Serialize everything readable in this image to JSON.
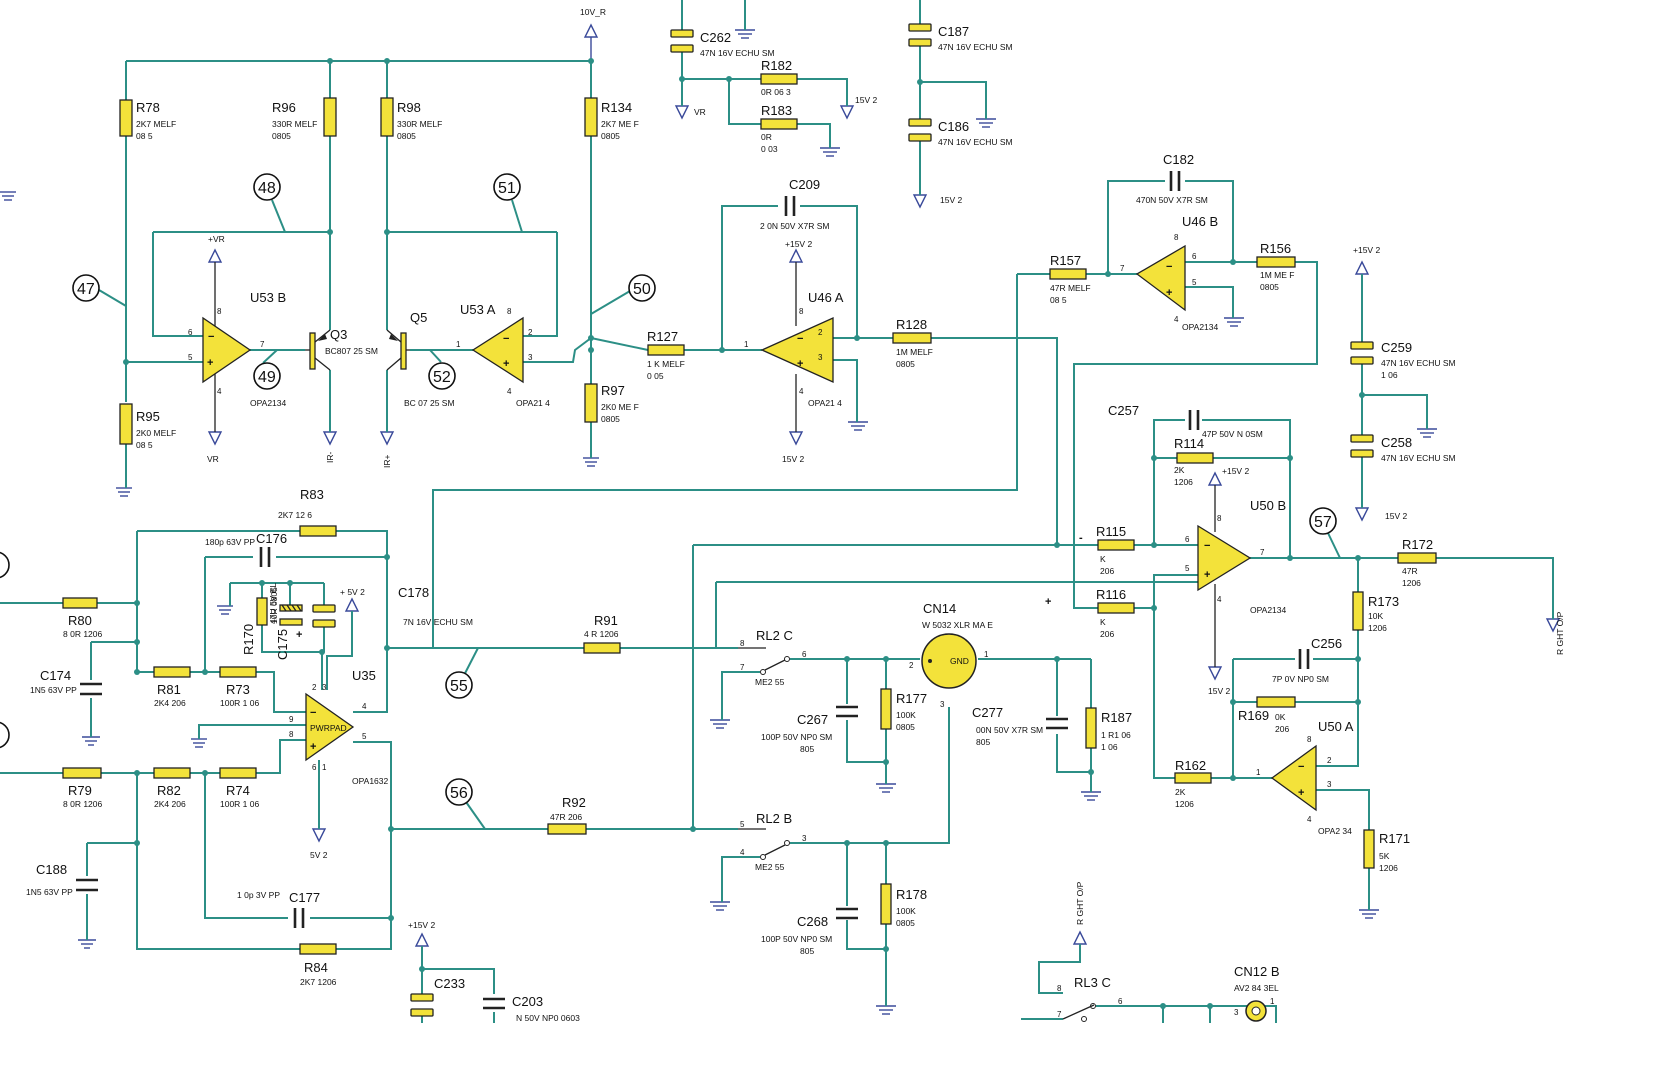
{
  "resistors": [
    {
      "ref": "R78",
      "value": "2K7  MELF",
      "package": "08  5"
    },
    {
      "ref": "R96",
      "value": "330R MELF",
      "package": "0805"
    },
    {
      "ref": "R98",
      "value": "330R MELF",
      "package": "0805"
    },
    {
      "ref": "R134",
      "value": "2K7  ME  F",
      "package": "0805"
    },
    {
      "ref": "R95",
      "value": "2K0  MELF",
      "package": "08  5"
    },
    {
      "ref": "R97",
      "value": "2K0  ME  F",
      "package": "0805"
    },
    {
      "ref": "R127",
      "value": "1  K MELF",
      "package": "0  05"
    },
    {
      "ref": "R128",
      "value": "1M  MELF",
      "package": "0805"
    },
    {
      "ref": "R157",
      "value": "47R  MELF",
      "package": "08  5"
    },
    {
      "ref": "R156",
      "value": "1M  ME  F",
      "package": "0805"
    },
    {
      "ref": "R182",
      "value": "0R 06  3",
      "package": ""
    },
    {
      "ref": "R183",
      "value": "0R",
      "package": "0  03"
    },
    {
      "ref": "R83",
      "value": "2K7        12  6",
      "package": ""
    },
    {
      "ref": "R80",
      "value": "8  0R  1206",
      "package": ""
    },
    {
      "ref": "R81",
      "value": "2K4     206",
      "package": ""
    },
    {
      "ref": "R73",
      "value": "100R  1  06",
      "package": ""
    },
    {
      "ref": "R170",
      "value": "10R 0805",
      "package": ""
    },
    {
      "ref": "R79",
      "value": "8  0R  1206",
      "package": ""
    },
    {
      "ref": "R82",
      "value": "2K4     206",
      "package": ""
    },
    {
      "ref": "R74",
      "value": "100R  1  06",
      "package": ""
    },
    {
      "ref": "R84",
      "value": "2K7    1206",
      "package": ""
    },
    {
      "ref": "R91",
      "value": "4  R        1206",
      "package": ""
    },
    {
      "ref": "R92",
      "value": "47R          206",
      "package": ""
    },
    {
      "ref": "R177",
      "value": "100K",
      "package": "0805"
    },
    {
      "ref": "R178",
      "value": "100K",
      "package": "0805"
    },
    {
      "ref": "R187",
      "value": "1  R1  06",
      "package": "1  06"
    },
    {
      "ref": "R114",
      "value": "2K",
      "package": "1206"
    },
    {
      "ref": "R115",
      "value": "K",
      "package": "206"
    },
    {
      "ref": "R116",
      "value": "K",
      "package": "206"
    },
    {
      "ref": "R172",
      "value": "47R",
      "package": "1206"
    },
    {
      "ref": "R173",
      "value": "10K",
      "package": "1206"
    },
    {
      "ref": "R169",
      "value": "0K",
      "package": "206"
    },
    {
      "ref": "R162",
      "value": "2K",
      "package": "1206"
    },
    {
      "ref": "R171",
      "value": "5K",
      "package": "1206"
    }
  ],
  "capacitors": [
    {
      "ref": "C262",
      "value": "47N 16V ECHU SM"
    },
    {
      "ref": "C187",
      "value": "47N 16V ECHU SM"
    },
    {
      "ref": "C186",
      "value": "47N 16V ECHU SM"
    },
    {
      "ref": "C209",
      "value": "2  0N  50V X7R SM"
    },
    {
      "ref": "C182",
      "value": "470N 50V X7R SM"
    },
    {
      "ref": "C259",
      "value": "47N 16V ECHU SM",
      "extra": "1  06"
    },
    {
      "ref": "C258",
      "value": "47N 16V ECHU SM"
    },
    {
      "ref": "C257",
      "value": "47P  50V N  0SM"
    },
    {
      "ref": "C176",
      "value": "180p 63V PP"
    },
    {
      "ref": "C178",
      "value": "7N 16V ECHU SM"
    },
    {
      "ref": "C175",
      "value": "47U    5V EL"
    },
    {
      "ref": "C174",
      "value": "1N5 63V PP"
    },
    {
      "ref": "C188",
      "value": "1N5 63V PP"
    },
    {
      "ref": "C177",
      "value": "1  0p    3V PP"
    },
    {
      "ref": "C267",
      "value": "100P 50V NP0 SM",
      "extra": "805"
    },
    {
      "ref": "C268",
      "value": "100P 50V NP0 SM",
      "extra": "805"
    },
    {
      "ref": "C277",
      "value": "00N 50V X7R SM",
      "extra": "805"
    },
    {
      "ref": "C256",
      "value": "7P    0V NP0 SM"
    },
    {
      "ref": "C233",
      "value": ""
    },
    {
      "ref": "C203",
      "value": "N 50V NP0 0603"
    }
  ],
  "opamps": [
    {
      "ref": "U53 B",
      "part": "OPA2134"
    },
    {
      "ref": "U53 A",
      "part": "OPA21  4"
    },
    {
      "ref": "U46 A",
      "part": "OPA21  4"
    },
    {
      "ref": "U46 B",
      "part": "OPA2134"
    },
    {
      "ref": "U35",
      "part": "OPA1632",
      "inner": "PWRPAD"
    },
    {
      "ref": "U50 B",
      "part": "OPA2134"
    },
    {
      "ref": "U50 A",
      "part": "OPA2  34"
    }
  ],
  "transistors": [
    {
      "ref": "Q3",
      "part": "BC807  25 SM"
    },
    {
      "ref": "Q5",
      "part": "BC  07 25 SM"
    }
  ],
  "relays": [
    {
      "ref": "RL2 C",
      "part": "ME2  55"
    },
    {
      "ref": "RL2 B",
      "part": "ME2  55"
    },
    {
      "ref": "RL3 C",
      "part": ""
    }
  ],
  "connectors": [
    {
      "ref": "CN14",
      "part": "W  5032 XLR MA  E",
      "pin_label": "GND"
    },
    {
      "ref": "CN12 B",
      "part": "AV2  84    3EL"
    }
  ],
  "nets": [
    "47",
    "48",
    "49",
    "50",
    "51",
    "52",
    "55",
    "56",
    "57"
  ],
  "rails": {
    "top": "10V_R",
    "vr": "VR",
    "p15": "+15V 2",
    "m15": "15V 2",
    "p15b": "+15V  2",
    "pvr": "+VR",
    "ir_minus": "IR-",
    "ir_plus": "IR+",
    "p5": "+  5V 2",
    "m5": "5V 2",
    "m15c": "15V  2",
    "right_op": "R GHT O/P",
    "right_op2": "R GHT O/P"
  },
  "pins": {
    "u53b": [
      "6",
      "5",
      "7",
      "8",
      "4"
    ],
    "u53a": [
      "2",
      "3",
      "1",
      "8",
      "4"
    ],
    "u46a": [
      "1",
      "2",
      "3",
      "8",
      "4"
    ],
    "u46b": [
      "7",
      "6",
      "5",
      "8",
      "4"
    ],
    "u50b": [
      "6",
      "5",
      "7",
      "8",
      "4"
    ],
    "u50a": [
      "1",
      "2",
      "3",
      "8",
      "4"
    ],
    "u35": [
      "2",
      "3",
      "4",
      "9",
      "8",
      "5",
      "6",
      "1"
    ],
    "rl2c": [
      "8",
      "7",
      "6"
    ],
    "rl2b": [
      "5",
      "4",
      "3"
    ],
    "cn14": [
      "2",
      "1",
      "3"
    ],
    "rl3c": [
      "8",
      "7",
      "6"
    ],
    "cn12": [
      "3",
      "1"
    ]
  },
  "signs": {
    "minus": "-",
    "plus": "+"
  },
  "colors": {
    "wire": "#2c8f86",
    "component": "#f3e23a",
    "rail": "#3a4a9a"
  }
}
